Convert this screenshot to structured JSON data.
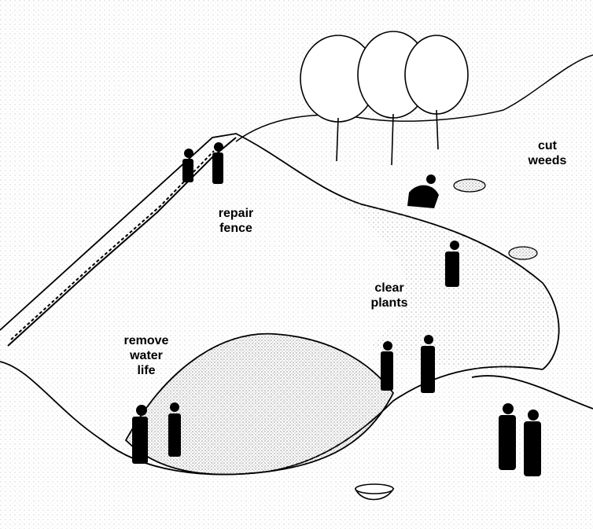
{
  "labels": {
    "cut_weeds": [
      "cut",
      "weeds"
    ],
    "repair_fence": [
      "repair",
      "fence"
    ],
    "clear_plants": [
      "clear",
      "plants"
    ],
    "remove_water_life": [
      "remove",
      "water",
      "life"
    ]
  },
  "colors": {
    "ink": "#000000",
    "paper": "#ffffff",
    "stipple": "#9a9a9a"
  }
}
